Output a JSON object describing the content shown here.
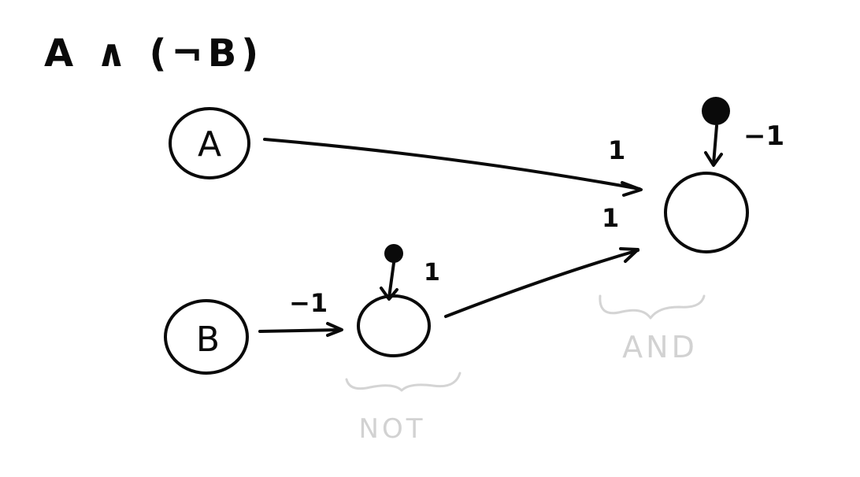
{
  "formula": "A ∧ (¬B)",
  "nodes": {
    "a": {
      "label": "A"
    },
    "b": {
      "label": "B"
    },
    "not": {
      "label": ""
    },
    "and": {
      "label": ""
    }
  },
  "weights": {
    "b_to_not": "−1",
    "bias_not": "1",
    "a_to_and": "1",
    "not_to_and": "1",
    "bias_and": "−1"
  },
  "groups": {
    "not": "NOT",
    "and": "AND"
  },
  "colors": {
    "ink": "#0a0a0a",
    "ghost": "#d4d4d4",
    "background": "#ffffff"
  }
}
